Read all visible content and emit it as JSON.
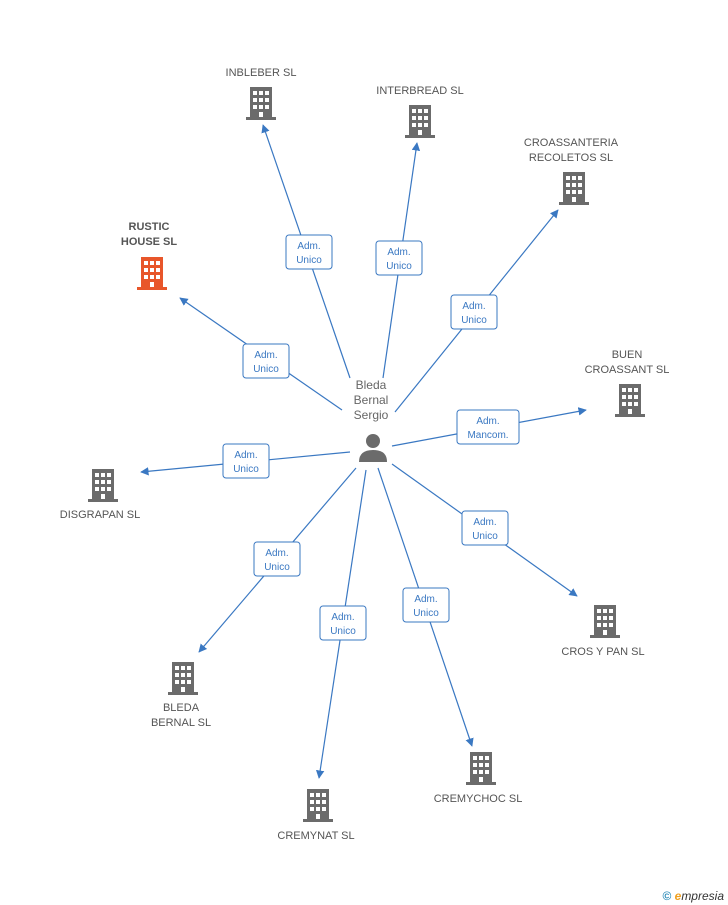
{
  "center": {
    "lines": [
      "Bleda",
      "Bernal",
      "Sergio"
    ],
    "icon": "person-icon"
  },
  "colors": {
    "edge": "#3a78c2",
    "building": "#6b6b6b",
    "highlight": "#e8562a"
  },
  "nodes": [
    {
      "id": "inbleber",
      "lines": [
        "INBLEBER SL"
      ],
      "highlight": false,
      "role": [
        "Adm.",
        "Unico"
      ]
    },
    {
      "id": "interbread",
      "lines": [
        "INTERBREAD SL"
      ],
      "highlight": false,
      "role": [
        "Adm.",
        "Unico"
      ]
    },
    {
      "id": "croassanteria",
      "lines": [
        "CROASSANTERIA",
        "RECOLETOS SL"
      ],
      "highlight": false,
      "role": [
        "Adm.",
        "Unico"
      ]
    },
    {
      "id": "rustic",
      "lines": [
        "RUSTIC",
        "HOUSE SL"
      ],
      "highlight": true,
      "role": [
        "Adm.",
        "Unico"
      ]
    },
    {
      "id": "buen",
      "lines": [
        "BUEN",
        "CROASSANT SL"
      ],
      "highlight": false,
      "role": [
        "Adm.",
        "Mancom."
      ]
    },
    {
      "id": "disgrapan",
      "lines": [
        "DISGRAPAN SL"
      ],
      "highlight": false,
      "role": [
        "Adm.",
        "Unico"
      ]
    },
    {
      "id": "crosypan",
      "lines": [
        "CROS Y PAN SL"
      ],
      "highlight": false,
      "role": [
        "Adm.",
        "Unico"
      ]
    },
    {
      "id": "bledabernal",
      "lines": [
        "BLEDA",
        "BERNAL SL"
      ],
      "highlight": false,
      "role": [
        "Adm.",
        "Unico"
      ]
    },
    {
      "id": "cremychoc",
      "lines": [
        "CREMYCHOC SL"
      ],
      "highlight": false,
      "role": [
        "Adm.",
        "Unico"
      ]
    },
    {
      "id": "cremynat",
      "lines": [
        "CREMYNAT SL"
      ],
      "highlight": false,
      "role": [
        "Adm.",
        "Unico"
      ]
    }
  ],
  "footer": {
    "copyright": "©",
    "brand_initial": "e",
    "brand_rest": "mpresia"
  }
}
